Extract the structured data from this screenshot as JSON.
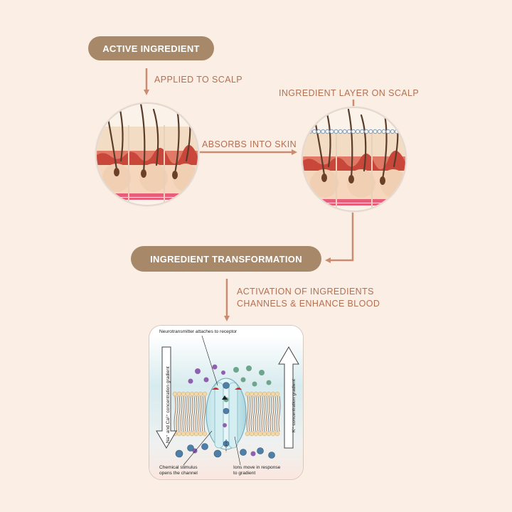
{
  "steps": {
    "active_ingredient": "ACTIVE INGREDIENT",
    "applied_to_scalp": "APPLIED TO SCALP",
    "ingredient_layer": "INGREDIENT LAYER ON SCALP",
    "absorbs": "ABSORBS INTO SKIN",
    "transformation": "INGREDIENT TRANSFORMATION",
    "activation_line1": "ACTIVATION OF INGREDIENTS",
    "activation_line2": "CHANNELS & ENHANCE BLOOD"
  },
  "inset": {
    "neurotransmitter": "Neurotransmitter attaches to receptor",
    "left_gradient": "Na⁺ and Ca²⁺ concentration gradient",
    "right_gradient": "K⁺ concentration gradient",
    "chemical_1": "Chemical stimulus",
    "chemical_2": "opens the channel",
    "ions_1": "Ions move in response",
    "ions_2": "to gradient"
  },
  "colors": {
    "background": "#fbefe5",
    "pill": "#a78868",
    "arrow": "#c98c70",
    "label": "#b26f52"
  }
}
